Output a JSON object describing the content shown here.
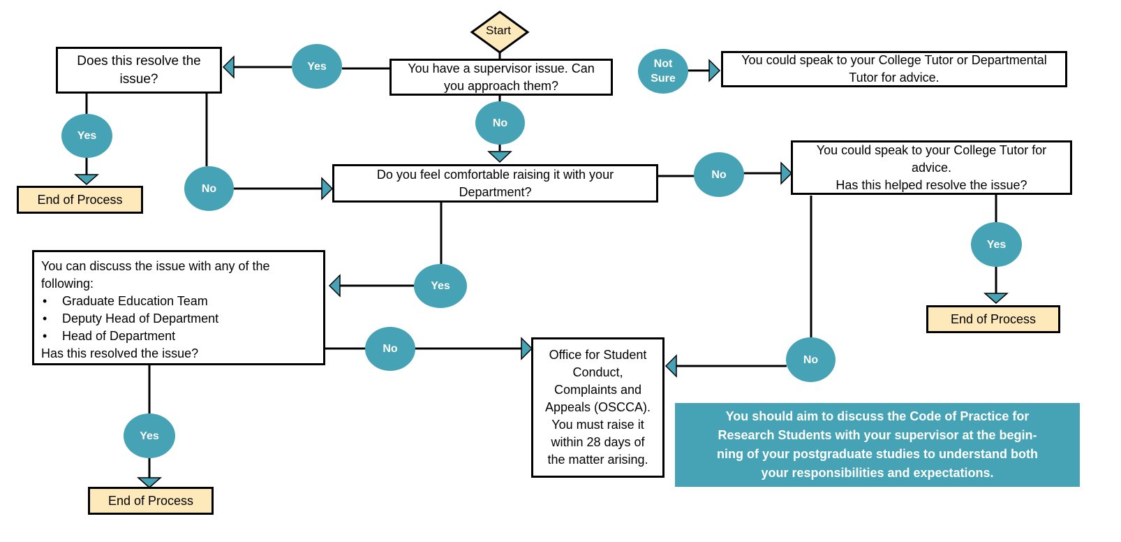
{
  "start": {
    "label": "Start"
  },
  "nodes": {
    "supervisor_issue": {
      "lines": [
        "You have a supervisor issue. Can",
        "you approach them?"
      ]
    },
    "resolve_issue": {
      "lines": [
        "Does this resolve the",
        "issue?"
      ]
    },
    "college_tutor_advice": {
      "lines": [
        "You could speak to your College Tutor or Departmental",
        "Tutor for advice."
      ]
    },
    "comfortable_department": {
      "lines": [
        "Do you feel comfortable raising it with your",
        "Department?"
      ]
    },
    "college_tutor_resolve": {
      "lines": [
        "You could speak to your College Tutor for",
        "advice.",
        "Has this helped resolve the issue?"
      ]
    },
    "discuss_options": {
      "intro": [
        "You can discuss the issue with any of the",
        "following:"
      ],
      "items": [
        "Graduate Education Team",
        "Deputy Head of Department",
        "Head of Department"
      ],
      "question": "Has this resolved the issue?"
    },
    "oscca": {
      "lines": [
        "Office for Student",
        "Conduct,",
        "Complaints and",
        "Appeals (OSCCA).",
        "You must raise it",
        "within 28 days of",
        "the matter arising."
      ]
    }
  },
  "end_label": "End of Process",
  "answers": {
    "yes": "Yes",
    "no": "No",
    "not_sure": [
      "Not",
      "Sure"
    ]
  },
  "callout": {
    "lines": [
      "You should aim to discuss the Code of Practice for",
      "Research Students with your supervisor at the begin-",
      "ning of your postgraduate studies to understand both",
      "your responsibilities and expectations."
    ]
  },
  "colors": {
    "teal": "#45a3b5",
    "end_fill": "#fde9b9",
    "start_fill": "#fde9b9"
  }
}
